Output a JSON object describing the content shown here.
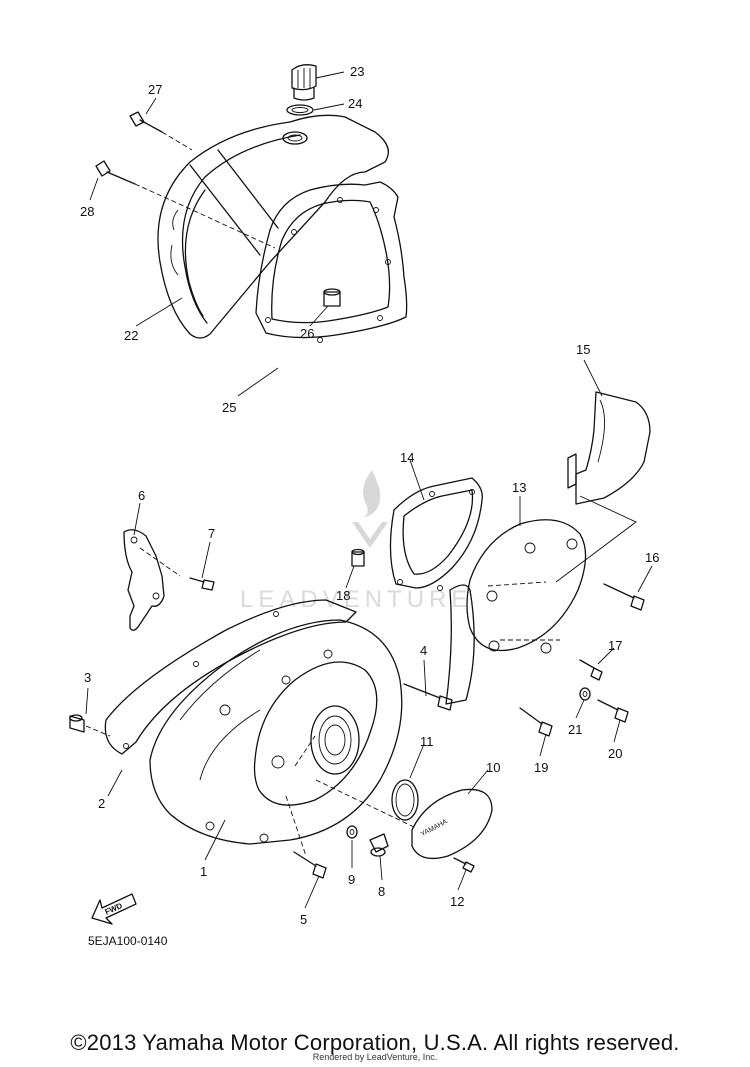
{
  "diagram": {
    "reference_code": "5EJA100-0140",
    "fwd_label": "FWD",
    "cover_emblem": "YAMAHA",
    "watermark_text": "LEADVENTURE",
    "callouts": [
      "1",
      "2",
      "3",
      "4",
      "5",
      "6",
      "7",
      "8",
      "9",
      "10",
      "11",
      "12",
      "13",
      "14",
      "15",
      "16",
      "17",
      "18",
      "19",
      "20",
      "21",
      "22",
      "23",
      "24",
      "25",
      "26",
      "27",
      "28"
    ]
  },
  "footer": {
    "copyright": "©2013 Yamaha Motor Corporation, U.S.A. All rights reserved.",
    "rendered_by": "Rendered by LeadVenture, Inc."
  }
}
